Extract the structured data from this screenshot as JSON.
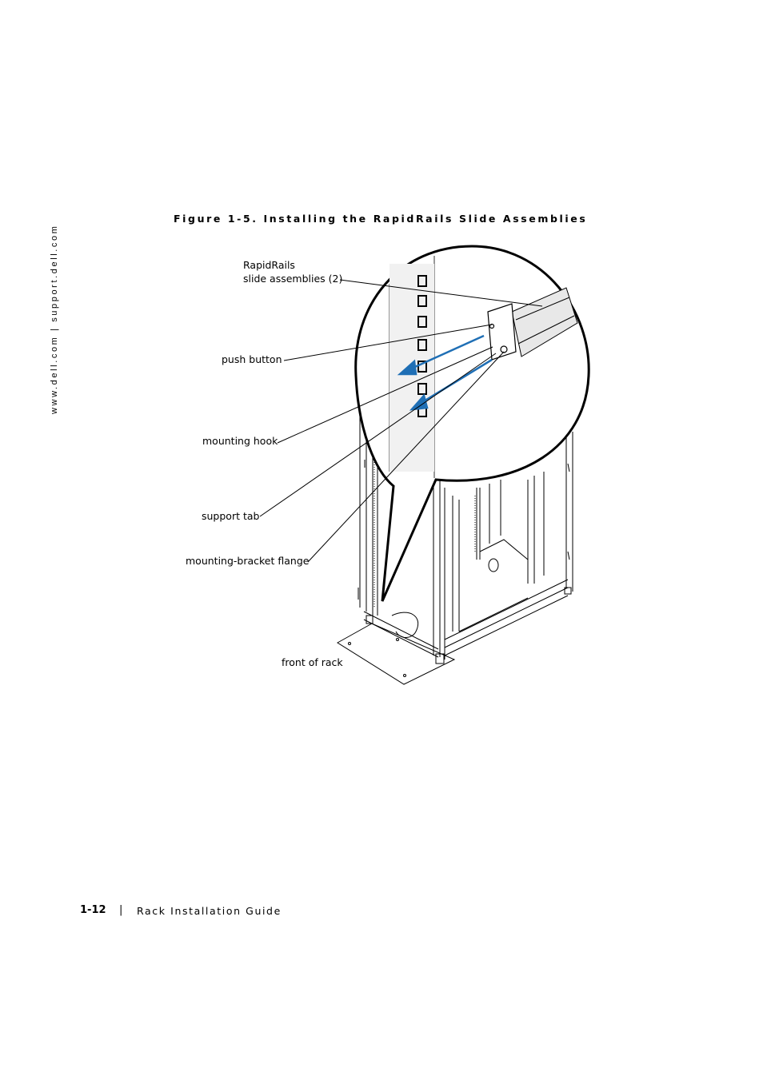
{
  "sidebar": {
    "url": "www.dell.com | support.dell.com"
  },
  "figure": {
    "title": "Figure 1-5.   Installing the RapidRails Slide Assemblies",
    "callouts": {
      "rapidrails_line1": "RapidRails",
      "rapidrails_line2": "slide assemblies (2)",
      "push_button": "push button",
      "mounting_hook": "mounting hook",
      "support_tab": "support tab",
      "mounting_bracket_flange": "mounting-bracket flange",
      "front_of_rack": "front of rack"
    }
  },
  "footer": {
    "page_number": "1-12",
    "separator": "|",
    "guide_title": "Rack Installation Guide"
  },
  "colors": {
    "arrow": "#1f6fb5",
    "ink": "#000000"
  }
}
